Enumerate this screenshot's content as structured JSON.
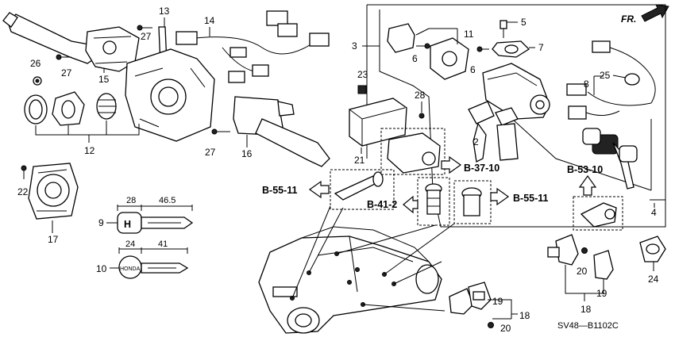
{
  "diagram": {
    "code": "SV48—B1102C",
    "direction": "FR.",
    "colors": {
      "line": "#000000",
      "background": "#ffffff",
      "fill": "#ffffff",
      "dark": "#222222"
    },
    "callouts": {
      "c2": "2",
      "c3": "3",
      "c4": "4",
      "c5": "5",
      "c6a": "6",
      "c6b": "6",
      "c7": "7",
      "c8": "8",
      "c9": "9",
      "c10": "10",
      "c11": "11",
      "c12": "12",
      "c13": "13",
      "c14": "14",
      "c15": "15",
      "c16": "16",
      "c17": "17",
      "c18a": "18",
      "c18b": "18",
      "c19a": "19",
      "c19b": "19",
      "c20a": "20",
      "c20b": "20",
      "c21": "21",
      "c22": "22",
      "c23": "23",
      "c24": "24",
      "c25": "25",
      "c26": "26",
      "c27a": "27",
      "c27b": "27",
      "c27c": "27",
      "c28": "28"
    },
    "references": {
      "r1": "B-37-10",
      "r2": "B-53-10",
      "r3": "B-55-11",
      "r4": "B-41-2",
      "r5": "B-55-11"
    },
    "dimensions": {
      "d1": "28",
      "d2": "46.5",
      "d3": "24",
      "d4": "41"
    },
    "key_marks": {
      "k1": "H",
      "k2": "HONDA"
    }
  }
}
